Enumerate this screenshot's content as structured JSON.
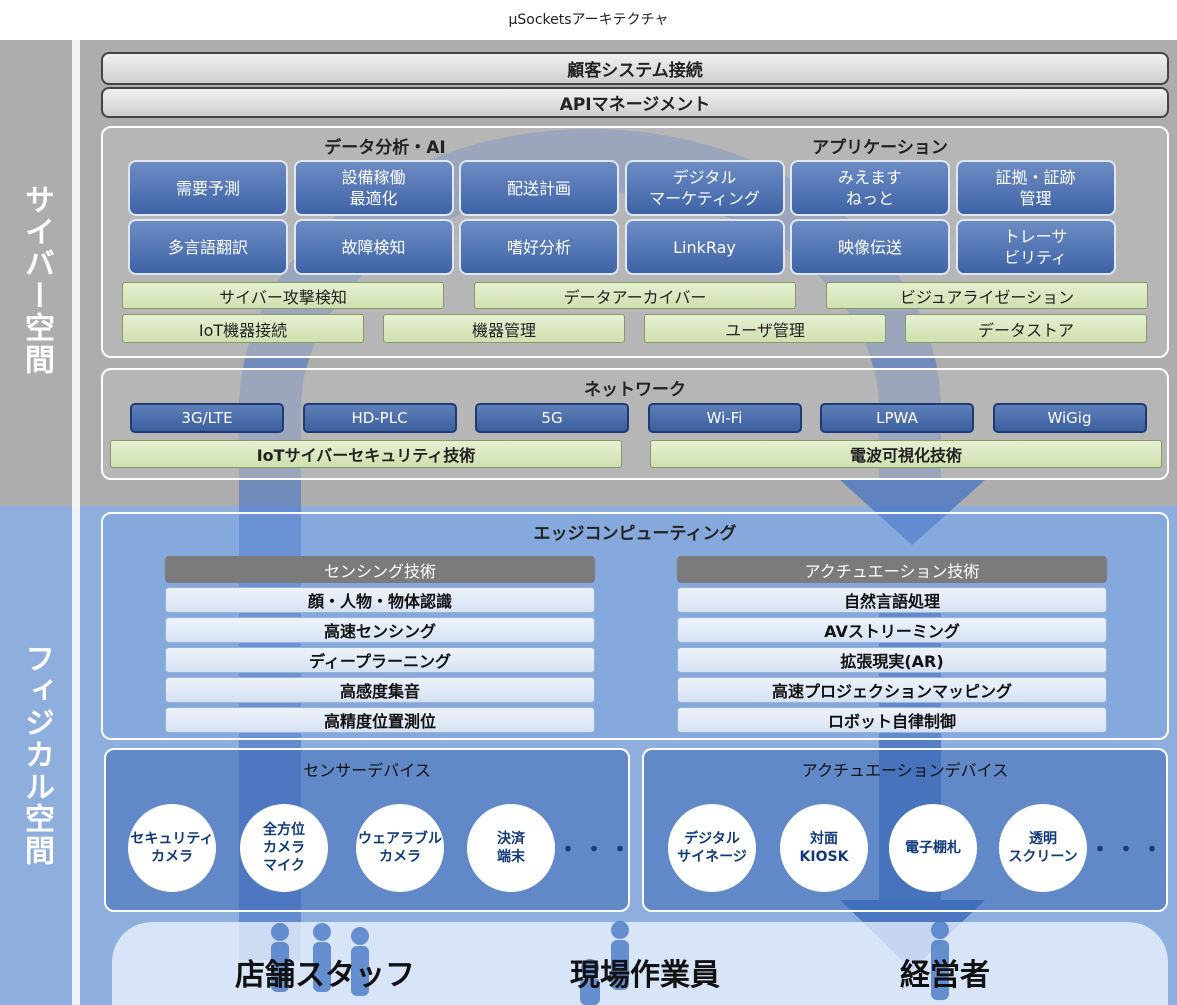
{
  "title": "μSocketsアーキテクチャ",
  "side": {
    "cyber": "サイバー空間",
    "physical": "フィジカル空間"
  },
  "top_bars": [
    "顧客システム接続",
    "APIマネージメント"
  ],
  "upper": {
    "left_header": "データ分析・AI",
    "right_header": "アプリケーション",
    "apps_row1": [
      "需要予測",
      "設備稼働\n最適化",
      "配送計画",
      "デジタル\nマーケティング",
      "みえます\nねっと",
      "証拠・証跡\n管理"
    ],
    "apps_row2": [
      "多言語翻訳",
      "故障検知",
      "嗜好分析",
      "LinkRay",
      "映像伝送",
      "トレーサ\nビリティ"
    ],
    "platform_row1": [
      "サイバー攻撃検知",
      "データアーカイバー",
      "ビジュアライゼーション"
    ],
    "platform_row2": [
      "IoT機器接続",
      "機器管理",
      "ユーザ管理",
      "データストア"
    ]
  },
  "network": {
    "header": "ネットワーク",
    "items": [
      "3G/LTE",
      "HD-PLC",
      "5G",
      "Wi-Fi",
      "LPWA",
      "WiGig"
    ],
    "tech": [
      "IoTサイバーセキュリティ技術",
      "電波可視化技術"
    ]
  },
  "edge": {
    "header": "エッジコンピューティング",
    "sensing_header": "センシング技術",
    "sensing": [
      "顔・人物・物体認識",
      "高速センシング",
      "ディープラーニング",
      "高感度集音",
      "高精度位置測位"
    ],
    "actuation_header": "アクチュエーション技術",
    "actuation": [
      "自然言語処理",
      "AVストリーミング",
      "拡張現実(AR)",
      "高速プロジェクションマッピング",
      "ロボット自律制御"
    ]
  },
  "devices": {
    "sensor_header": "センサーデバイス",
    "sensors": [
      "セキュリティ\nカメラ",
      "全方位\nカメラ\nマイク",
      "ウェアラブル\nカメラ",
      "決済\n端末"
    ],
    "actuator_header": "アクチュエーションデバイス",
    "actuators": [
      "デジタル\nサイネージ",
      "対面\nKIOSK",
      "電子棚札",
      "透明\nスクリーン"
    ],
    "more": "・・・"
  },
  "roles": [
    "店舗スタッフ",
    "現場作業員",
    "経営者"
  ],
  "colors": {
    "cyber_band": "#adadad",
    "physical_band": "#8eaede",
    "app_blue": "#4a6fb0",
    "platform_green": "#dbe8c4",
    "arrow_blue": "#3f6fc4"
  }
}
